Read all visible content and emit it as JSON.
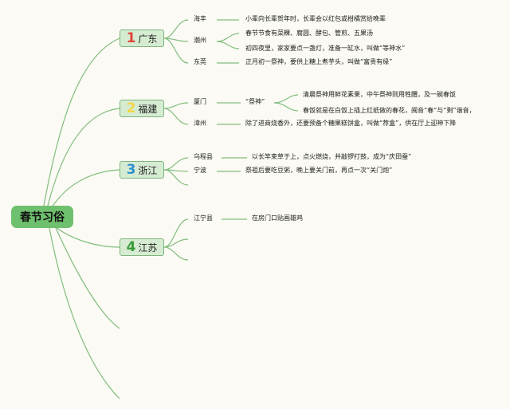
{
  "root": "春节习俗",
  "branches": [
    {
      "num": "1",
      "num_color": "#e0463c",
      "label": "广东"
    },
    {
      "num": "2",
      "num_color": "#f2d54a",
      "label": "福建"
    },
    {
      "num": "3",
      "num_color": "#2f8fd0",
      "label": "浙江"
    },
    {
      "num": "4",
      "num_color": "#3a9b3a",
      "label": "江苏"
    }
  ],
  "places": {
    "haifeng": "海丰",
    "chaozhou": "潮州",
    "dongguan": "东莞",
    "xiamen": "厦门",
    "zhangzhou": "漳州",
    "wucheng": "乌程县",
    "ningbo": "宁波",
    "jiangning": "江宁县"
  },
  "sub": {
    "jishen": "“祭神”"
  },
  "notes": {
    "haifeng": "小辈向长辈贺年时，长辈会以红包或柑橘赏给晚辈",
    "chaozhou_1": "春节节食有菜粿、腐圆、酵包、管煎、五果汤",
    "chaozhou_2": "初四夜里，家家要点一盏灯，准备一缸水，叫做“等神水”",
    "dongguan": "正月初一祭神，要供上糖上煮芋头，叫做“富贵有缘”",
    "xiamen_1": "清晨祭神用鲜花素果，中午祭神则用牲醴，及一碗春饭",
    "xiamen_2": "春饭就是在白饭上插上红纸做的春花，闽音“春”与“剩”谐音，",
    "zhangzhou": "除了进商烧香外，还要预备个糖果糕饼盒，叫做“荐盒”，供在厅上迎神下降",
    "wucheng": "以长竿束草于上，点火燃烧，并敲锣打鼓，成为“庆田蚕”",
    "ningbo": "祭祖后要吃豆粥，晚上要关门前，再点一次“关门炮”",
    "jiangning": "在房门口贴画雄鸡"
  },
  "colors": {
    "line": "#82bd7e",
    "node_fill": "#d6ecd2",
    "node_border": "#7fb57f",
    "root_fill": "#6fc06e"
  }
}
